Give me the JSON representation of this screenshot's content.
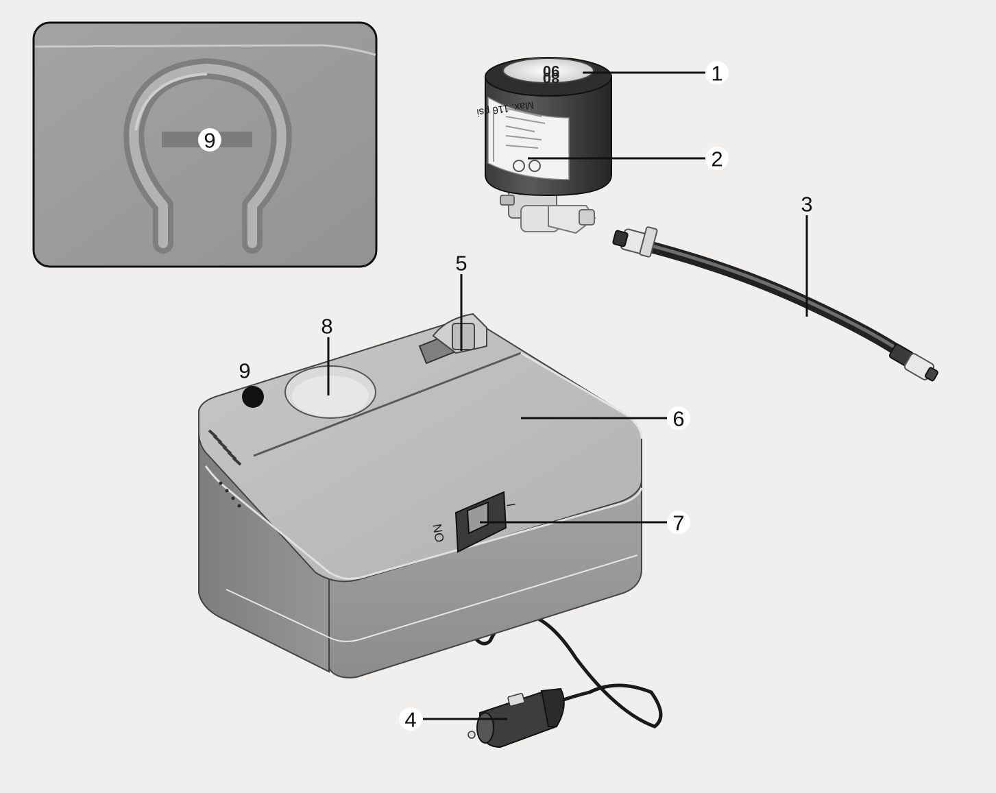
{
  "callouts": [
    "1",
    "2",
    "3",
    "4",
    "5",
    "6",
    "7",
    "8",
    "9"
  ],
  "inset": {
    "callout": "9"
  },
  "gauge": {
    "text_top": "90",
    "text_bottom": "80",
    "max_label": "Max. 116 psi"
  },
  "switch": {
    "on_label": "ON",
    "off_label": "I"
  },
  "colors": {
    "background": "#f0efed",
    "device_body": "#b9b9b9",
    "device_dark": "#8e8e8e",
    "inset_bg": "#9a9a9a",
    "leader_line": "#111111"
  }
}
